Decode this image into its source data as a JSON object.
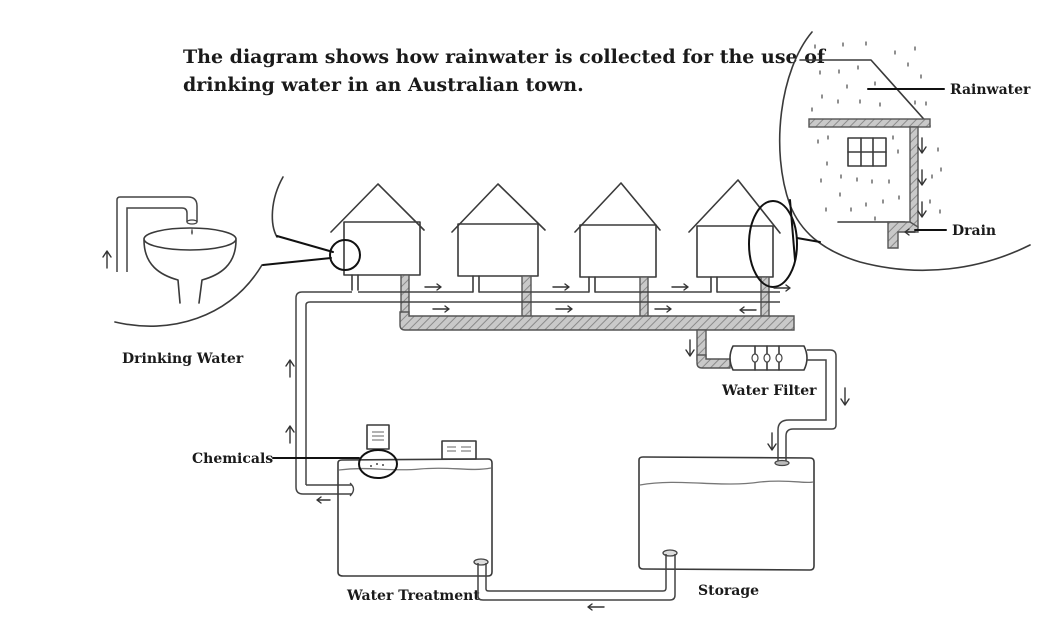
{
  "title": {
    "line1": "The diagram shows how rainwater is collected for the use of",
    "line2": "drinking water in an Australian town."
  },
  "labels": {
    "rainwater": "Rainwater",
    "drain": "Drain",
    "drinking_water": "Drinking Water",
    "water_filter": "Water Filter",
    "chemicals": "Chemicals",
    "water_treatment": "Water Treatment",
    "storage": "Storage"
  },
  "houses": [
    {
      "name": "house-1"
    },
    {
      "name": "house-2"
    },
    {
      "name": "house-3"
    },
    {
      "name": "house-4"
    }
  ],
  "process_steps": [
    "Rainwater",
    "Drain",
    "Water Filter",
    "Storage",
    "Water Treatment",
    "Chemicals",
    "Drinking Water"
  ]
}
